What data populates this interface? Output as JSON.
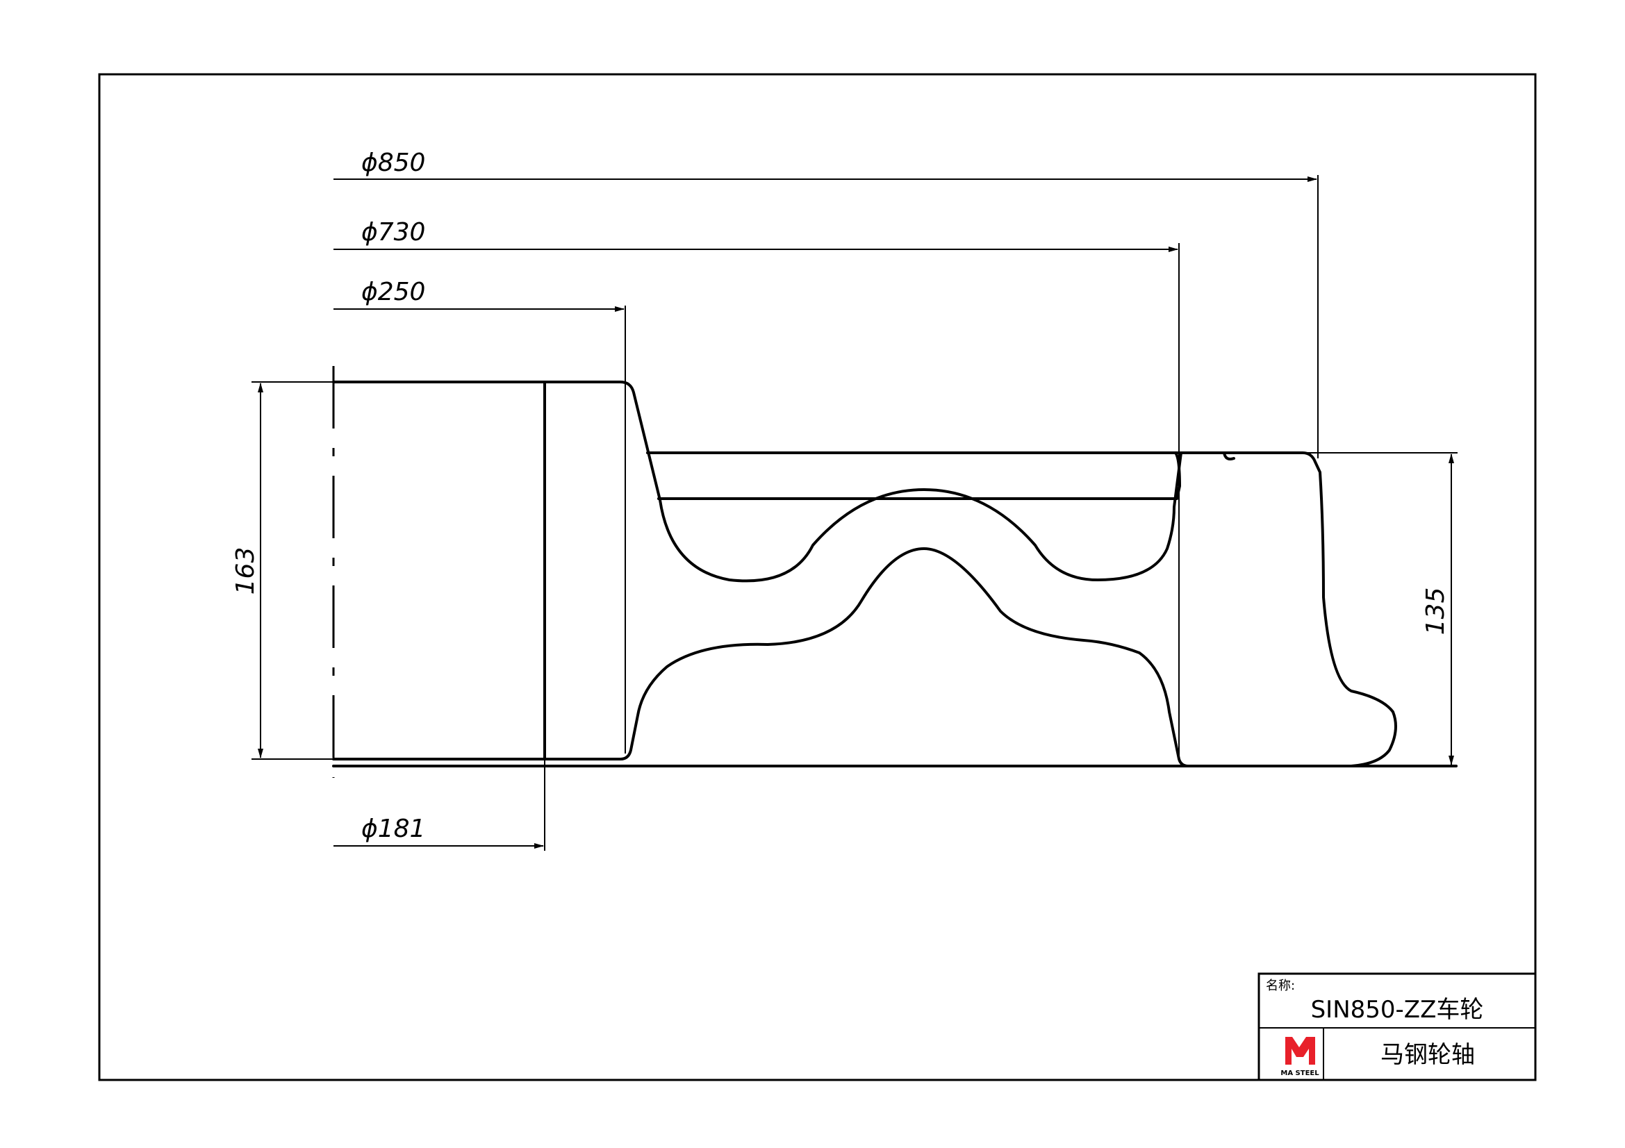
{
  "dimensions": {
    "outer_diameter": "ϕ850",
    "tread_diameter": "ϕ730",
    "hub_outer_diameter": "ϕ250",
    "bore_diameter": "ϕ181",
    "hub_length": "163",
    "rim_width": "135"
  },
  "title_block": {
    "name_label": "名称:",
    "part_name": "SIN850-ZZ车轮",
    "logo_text": "MA STEEL",
    "company": "马钢轮轴"
  },
  "colors": {
    "line": "#000000",
    "logo_red": "#e8202a"
  }
}
